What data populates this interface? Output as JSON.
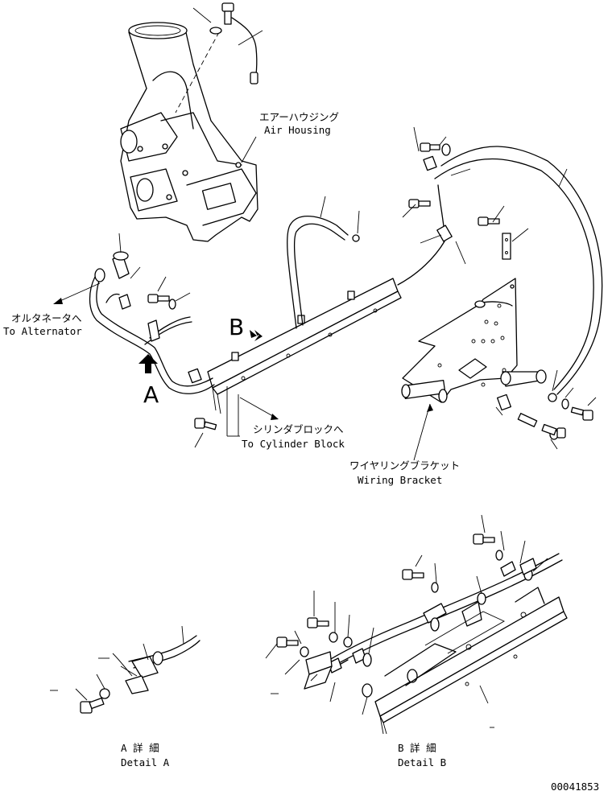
{
  "labels": {
    "air_housing_jp": "エアーハウジング",
    "air_housing_en": "Air Housing",
    "alternator_jp": "オルタネータへ",
    "alternator_en": "To Alternator",
    "cylinder_jp": "シリンダブロックへ",
    "cylinder_en": "To Cylinder Block",
    "bracket_jp": "ワイヤリングブラケット",
    "bracket_en": "Wiring Bracket",
    "view_a": "A",
    "view_b": "B",
    "detail_a_jp": "A 詳 細",
    "detail_a_en": "Detail A",
    "detail_b_jp": "B 詳 細",
    "detail_b_en": "Detail B",
    "drawing_number": "00041853"
  }
}
